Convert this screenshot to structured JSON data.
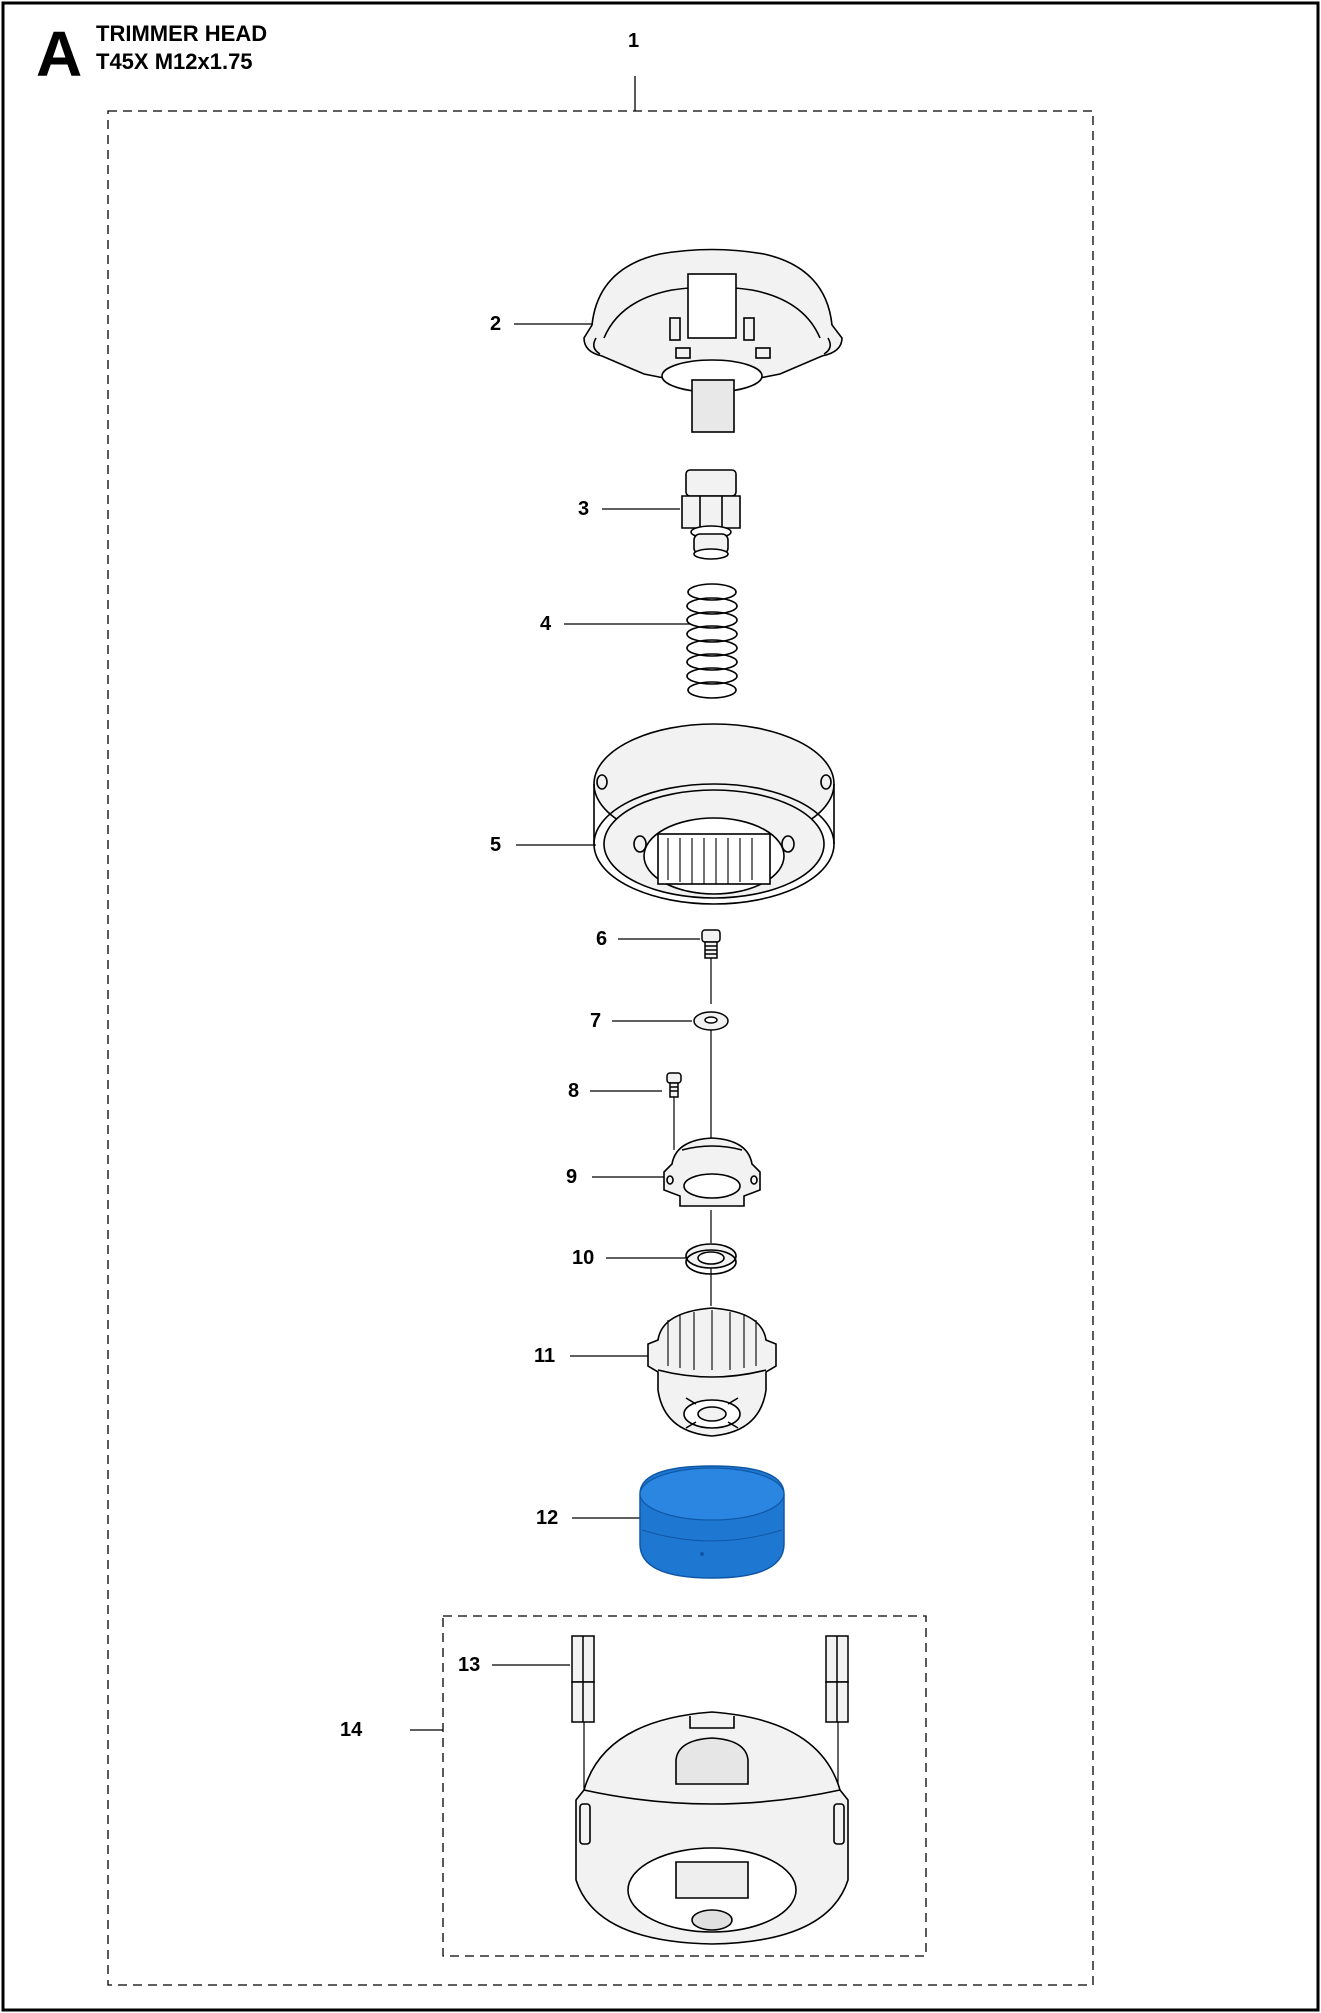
{
  "section": {
    "letter": "A",
    "title": "TRIMMER HEAD",
    "subtitle": "T45X M12x1.75"
  },
  "callouts": [
    "1",
    "2",
    "3",
    "4",
    "5",
    "6",
    "7",
    "8",
    "9",
    "10",
    "11",
    "12",
    "13",
    "14"
  ],
  "colors": {
    "line": "#000000",
    "part_fill": "#f2f2f2",
    "cap_blue": "#1e78d2",
    "cap_blue_dark": "#0f57a6"
  },
  "parts": [
    {
      "ref": "2",
      "name": "cover-housing-icon"
    },
    {
      "ref": "3",
      "name": "threaded-bolt-icon"
    },
    {
      "ref": "4",
      "name": "spring-icon"
    },
    {
      "ref": "5",
      "name": "spool-icon"
    },
    {
      "ref": "6",
      "name": "screw-icon"
    },
    {
      "ref": "7",
      "name": "washer-icon"
    },
    {
      "ref": "8",
      "name": "screw-icon"
    },
    {
      "ref": "9",
      "name": "bracket-icon"
    },
    {
      "ref": "10",
      "name": "bearing-icon"
    },
    {
      "ref": "11",
      "name": "knob-icon"
    },
    {
      "ref": "12",
      "name": "bump-cap-icon"
    },
    {
      "ref": "13",
      "name": "eyelet-icon"
    },
    {
      "ref": "14",
      "name": "bottom-housing-icon"
    }
  ]
}
